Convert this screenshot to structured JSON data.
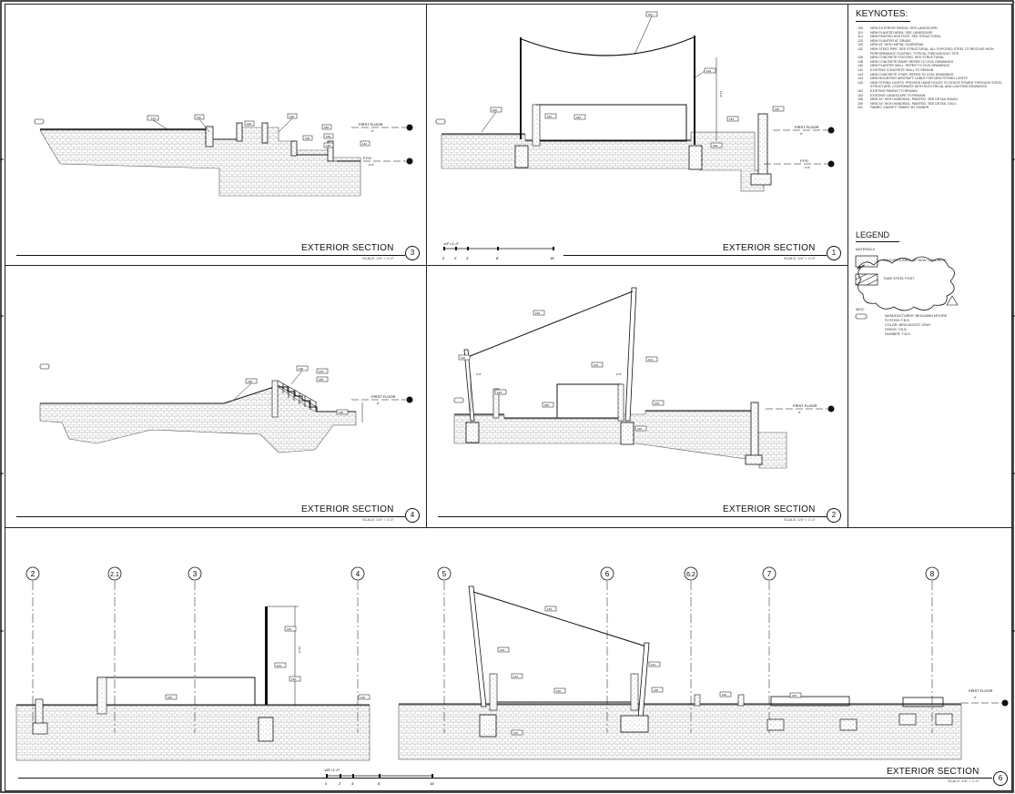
{
  "sections": {
    "s3": {
      "title": "EXTERIOR SECTION",
      "number": "3",
      "scale": "SCALE: 1/4\" = 1'-0\""
    },
    "s1": {
      "title": "EXTERIOR SECTION",
      "number": "1",
      "scale": "SCALE: 1/4\" = 1'-0\""
    },
    "s4": {
      "title": "EXTERIOR SECTION",
      "number": "4",
      "scale": "SCALE: 1/4\" = 1'-0\""
    },
    "s2": {
      "title": "EXTERIOR SECTION",
      "number": "2",
      "scale": "SCALE: 1/4\" = 1'-0\""
    },
    "s6": {
      "title": "EXTERIOR SECTION",
      "number": "6",
      "scale": "SCALE: 1/8\" = 1'-0\""
    }
  },
  "levels": {
    "first_floor": "FIRST FLOOR",
    "first_floor_elev": "0\"",
    "ffe": "F.F.E.",
    "ffe_elev": "-4'-0\""
  },
  "graphic_scale": {
    "top": {
      "ratio": "1/4\"=1'-0\"",
      "ticks": [
        "0",
        "2'",
        "4'",
        "8'",
        "16'"
      ]
    },
    "bottom": {
      "ratio": "1/8\"=1'-0\"",
      "ticks": [
        "0",
        "2'",
        "4'",
        "8'",
        "16'"
      ]
    }
  },
  "keynotes": {
    "title": "KEYNOTES:",
    "items": [
      {
        "code": "100",
        "text": "NEW EXTERIOR PAVING. SEE LANDSCAPE"
      },
      {
        "code": "110",
        "text": "NEW PLANTED AREA. SEE LANDSCAPE"
      },
      {
        "code": "114",
        "text": "NEW PAINTED HSS POST. SEE STRUCTURAL"
      },
      {
        "code": "120",
        "text": "NEW PLANTER AT GRADE"
      },
      {
        "code": "126",
        "text": "NEW 42\" HIGH METAL GUARDRAIL"
      },
      {
        "code": "132",
        "text": "NEW STEEL PIPE, SEE STRUCTURAL. ALL EXPOSED STEEL TO RECEIVE HIGH PERFORMANCE COATING. TYPICAL THROUGHOUT SITE"
      },
      {
        "code": "136",
        "text": "NEW CONCRETE FOOTING. SEE STRUCTURAL"
      },
      {
        "code": "138",
        "text": "NEW CONCRETE RAMP. REFER TO CIVIL DRAWINGS"
      },
      {
        "code": "140",
        "text": "NEW PLANTER WALL. REFER TO CIVIL DRAWINGS"
      },
      {
        "code": "142",
        "text": "EXISTING CONCRETE WALL TO REMAIN"
      },
      {
        "code": "143",
        "text": "NEW CONCRETE STAIR. REFER TO CIVIL DRAWINGS"
      },
      {
        "code": "144",
        "text": "NEW MOUNTING AIRCRAFT CABLE FOR NEW STRING LIGHTS"
      },
      {
        "code": "145",
        "text": "NEW STRING LIGHTS. PROVIDE HAND HOLES TO ROUTE POWER THROUGH STEEL STRUCTURE. COORDINATE WITH ELECTRICAL AND LIGHTING DRAWINGS"
      },
      {
        "code": "152",
        "text": "EXISTING PAVING TO REMAIN"
      },
      {
        "code": "153",
        "text": "EXISTING LANDSCAPE TO REMAIN"
      },
      {
        "code": "155",
        "text": "NEW 34\" HIGH HANDRAIL. PAINTED. SEE DETAIL 8/A424"
      },
      {
        "code": "159",
        "text": "NEW 34\" HIGH HANDRAIL. PAINTED. SEE DETAIL 7/A4.1"
      },
      {
        "code": "201",
        "text": "FABRIC CANOPY. FABRIC BY OWNER"
      }
    ]
  },
  "legend": {
    "title": "LEGEND",
    "materials_label": "MATERIALS",
    "concrete": "INDICATED AREA OF NEW CONCRETE",
    "steel": "TUBE STEEL POST",
    "misc_label": "MISC",
    "paint_lines": [
      "MANUFACTURER: BENJAMIN MOORE",
      "SYSTEM: T.B.D.",
      "COLOR: BIRD-BOOST GRAY",
      "FINISH: T.B.D.",
      "NUMBER: T.B.D."
    ]
  },
  "grid_lines": {
    "left": [
      "2",
      "2.1",
      "3",
      "4"
    ],
    "right": [
      "5",
      "6",
      "6.2",
      "7",
      "8"
    ]
  },
  "tags": {
    "t100": "100",
    "t110": "110",
    "t114": "114",
    "t120": "120",
    "t126": "126",
    "t132": "132",
    "t136": "136",
    "t138": "138",
    "t140": "140",
    "t142": "142",
    "t143": "143",
    "t144": "144",
    "t145": "145",
    "t152": "152",
    "t153": "153",
    "t155": "155",
    "t159": "159",
    "t201": "201"
  },
  "dims": {
    "d_top": "11'-0\"",
    "d_6": "10'-6\"",
    "d_2": "3'-0\""
  }
}
